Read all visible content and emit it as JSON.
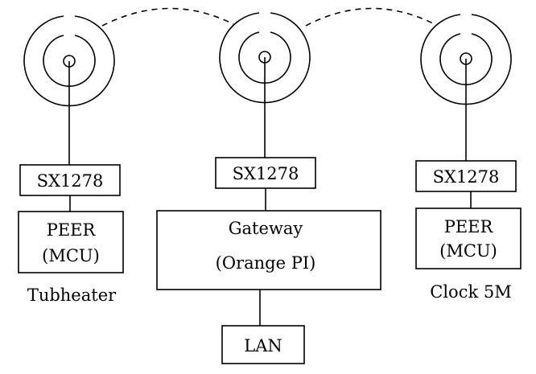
{
  "nodes": {
    "left": {
      "radio": "SX1278",
      "peer_line1": "PEER",
      "peer_line2": "(MCU)",
      "caption": "Tubheater"
    },
    "center": {
      "radio": "SX1278",
      "gateway_line1": "Gateway",
      "gateway_line2": "(Orange PI)",
      "lan": "LAN"
    },
    "right": {
      "radio": "SX1278",
      "peer_line1": "PEER",
      "peer_line2": "(MCU)",
      "caption": "Clock 5M"
    }
  },
  "icons": {
    "antenna": "radio-wave-icon",
    "link": "dashed-wireless-link"
  }
}
